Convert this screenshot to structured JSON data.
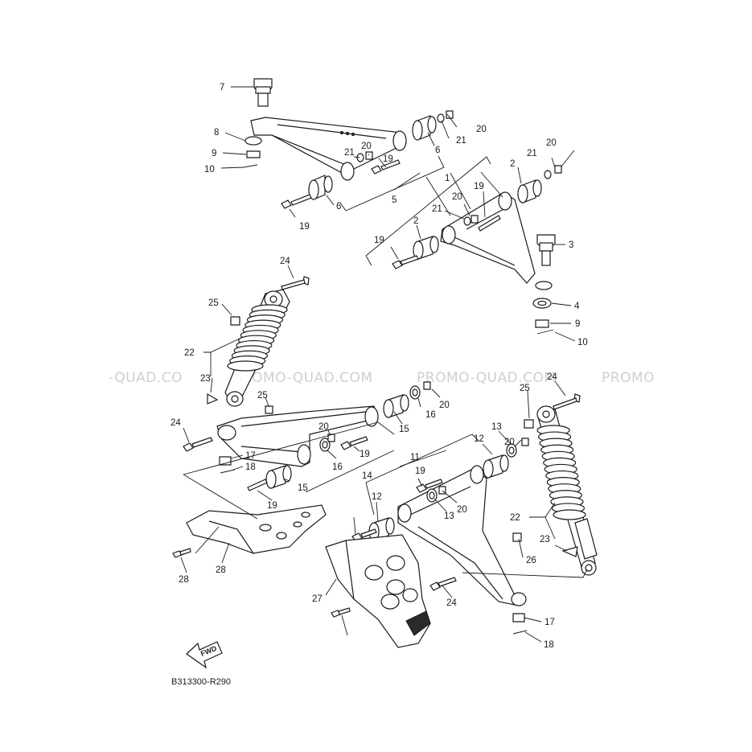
{
  "watermark": {
    "texts": [
      "-QUAD.CO",
      "PROMO-QUAD.COM",
      "PROMO-QUAD.COM",
      "PROMO"
    ]
  },
  "diagram_code": "B313300-R290",
  "fwd_label": "FWD",
  "callouts": [
    "1",
    "2",
    "2",
    "3",
    "4",
    "5",
    "6",
    "6",
    "7",
    "8",
    "9",
    "9",
    "10",
    "10",
    "11",
    "12",
    "12",
    "13",
    "13",
    "14",
    "15",
    "15",
    "16",
    "16",
    "17",
    "17",
    "18",
    "18",
    "19",
    "19",
    "19",
    "19",
    "19",
    "19",
    "19",
    "20",
    "20",
    "20",
    "20",
    "20",
    "20",
    "20",
    "20",
    "21",
    "21",
    "21",
    "21",
    "22",
    "22",
    "23",
    "23",
    "24",
    "24",
    "24",
    "24",
    "25",
    "25",
    "25",
    "26",
    "27",
    "28",
    "28"
  ]
}
